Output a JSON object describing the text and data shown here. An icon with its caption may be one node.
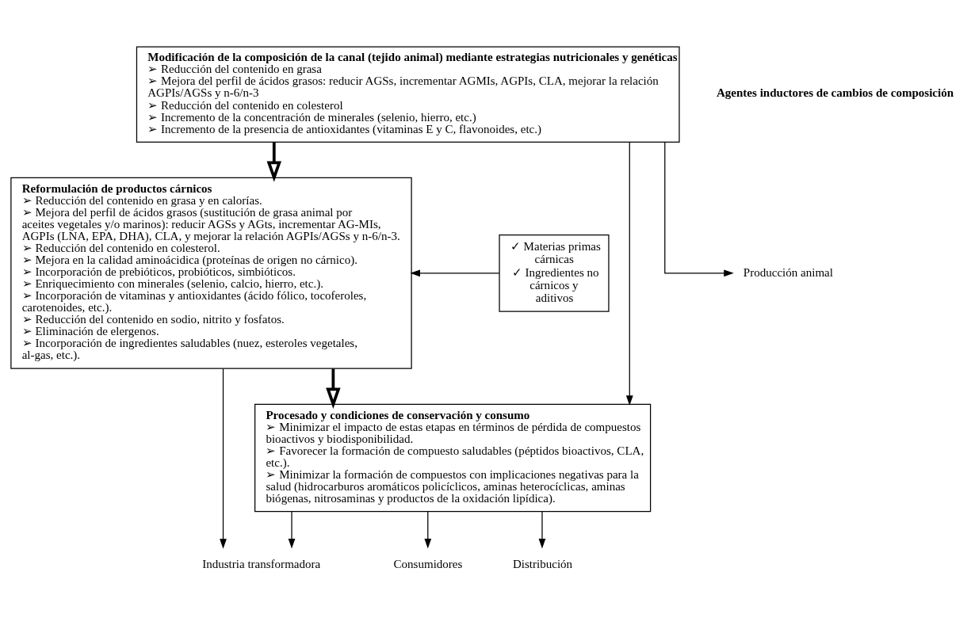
{
  "diagram": {
    "nodes": [
      {
        "text": [
          "Modificación de la composición de la canal (tejido animal) mediante estrategias nutricionales y genéticas",
          "➢ Reducción del contenido en grasa",
          "➢ Mejora del perfil de ácidos grasos: reducir AGSs, incrementar AGMIs, AGPIs, CLA, mejorar la relación AGPIs/AGSs y n-6/n-3",
          "➢ Reducción del contenido en colesterol",
          "➢ Incremento de la concentración de minerales (selenio, hierro, etc.)",
          "➢ Incremento de la presencia de antioxidantes (vitaminas E y C, flavonoides, etc.)"
        ]
      },
      {
        "text": [
          "Reformulación de productos cárnicos",
          "➢ Reducción del contenido en grasa y en calorías.",
          "➢ Mejora del perfil de ácidos grasos (sustitución de grasa animal por aceites vegetales y/o marinos): reducir AGSs y AGts, incrementar AG-MIs, AGPIs (LNA, EPA, DHA), CLA, y mejorar la relación AGPIs/AGSs y n-6/n-3.",
          "➢ Reducción del contenido en colesterol.",
          "➢ Mejora en la calidad aminoácidica (proteínas de origen no cárnico).",
          "➢ Incorporación de prebióticos, probióticos, simbióticos.",
          "➢ Enriquecimiento con minerales (selenio, calcio, hierro, etc.).",
          "➢ Incorporación de vitaminas y antioxidantes (ácido fólico, tocoferoles, carotenoides, etc.).",
          "➢ Reducción del contenido en sodio, nitrito y fosfatos.",
          "➢ Eliminación de elergenos.",
          "➢ Incorporación de ingredientes saludables (nuez, esteroles vegetales, al-gas, etc.)."
        ]
      },
      {
        "text": [
          "✓ Materias primas cárnicas",
          "✓ Ingredientes no cárnicos y aditivos"
        ]
      },
      {
        "text": [
          "Procesado y condiciones de conservación y consumo",
          "➢ Minimizar el impacto de estas etapas en términos de pérdida de compuestos bioactivos y biodisponibilidad.",
          "➢ Favorecer la formación de compuesto saludables (péptidos bioactivos, CLA, etc.).",
          "➢ Minimizar la formación de compuestos con implicaciones negativas para la salud (hidrocarburos aromáticos policíclicos, aminas heterocíclicas, aminas biógenas, nitrosaminas y productos de la oxidación lipídica)."
        ]
      },
      {
        "text": [
          "Producción animal"
        ]
      },
      {
        "text": [
          "Industria transformadora"
        ]
      },
      {
        "text": [
          "Distribución"
        ]
      },
      {
        "text": [
          "Consumidores"
        ]
      }
    ],
    "edges": [
      {
        "from": 0,
        "to": 1,
        "arrow": "to",
        "style": "thick"
      },
      {
        "from": 0,
        "to": 3,
        "arrow": "to"
      },
      {
        "from": 2,
        "to": 1,
        "arrow": "to"
      },
      {
        "from": 1,
        "to": 3,
        "arrow": "to",
        "style": "thick"
      },
      {
        "from": 0,
        "to": 4,
        "arrow": "to"
      },
      {
        "from": 1,
        "to": 5,
        "arrow": "to"
      },
      {
        "from": 3,
        "to": 5,
        "arrow": "to"
      },
      {
        "from": 3,
        "to": 6,
        "arrow": "to"
      },
      {
        "from": 3,
        "to": 7,
        "arrow": "to"
      }
    ],
    "labels": [
      "Agentes inductores de cambios de composición"
    ]
  }
}
